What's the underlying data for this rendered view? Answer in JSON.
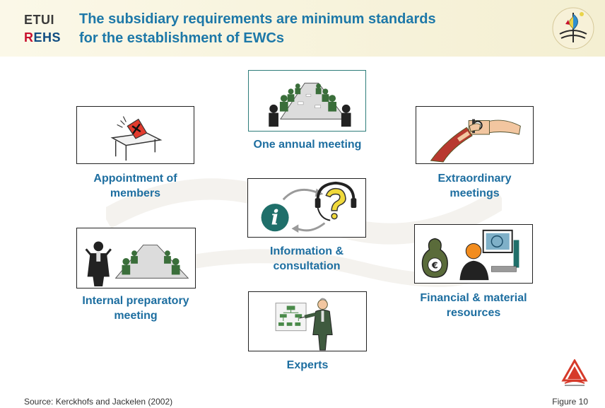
{
  "header": {
    "logo_top": "ETUI",
    "logo_bottom_first": "R",
    "logo_bottom_rest": "EHS",
    "title_line1": "The subsidiary requirements are minimum standards",
    "title_line2": "for the establishment of EWCs"
  },
  "items": {
    "appointment": {
      "line1": "Appointment of",
      "line2": "members"
    },
    "annual": {
      "line1": "One annual meeting"
    },
    "extraordinary": {
      "line1": "Extraordinary",
      "line2": "meetings"
    },
    "information": {
      "line1": "Information &",
      "line2": "consultation"
    },
    "internal": {
      "line1": "Internal preparatory",
      "line2": "meeting"
    },
    "financial": {
      "line1": "Financial & material",
      "line2": "resources"
    },
    "experts": {
      "line1": "Experts"
    }
  },
  "footer": {
    "source": "Source: Kerckhofs and Jackelen (2002)",
    "figure": "Figure 10"
  },
  "colors": {
    "title": "#1d78a8",
    "label": "#1d6ea0",
    "header_bg": "#f4efd2",
    "logo_red": "#c8102e"
  },
  "icons": [
    "ballot-box-icon",
    "meeting-table-icon",
    "wristwatch-icon",
    "info-consult-icon",
    "money-bag-icon",
    "presenter-icon",
    "ituc-logo-icon",
    "emblem-icon"
  ]
}
